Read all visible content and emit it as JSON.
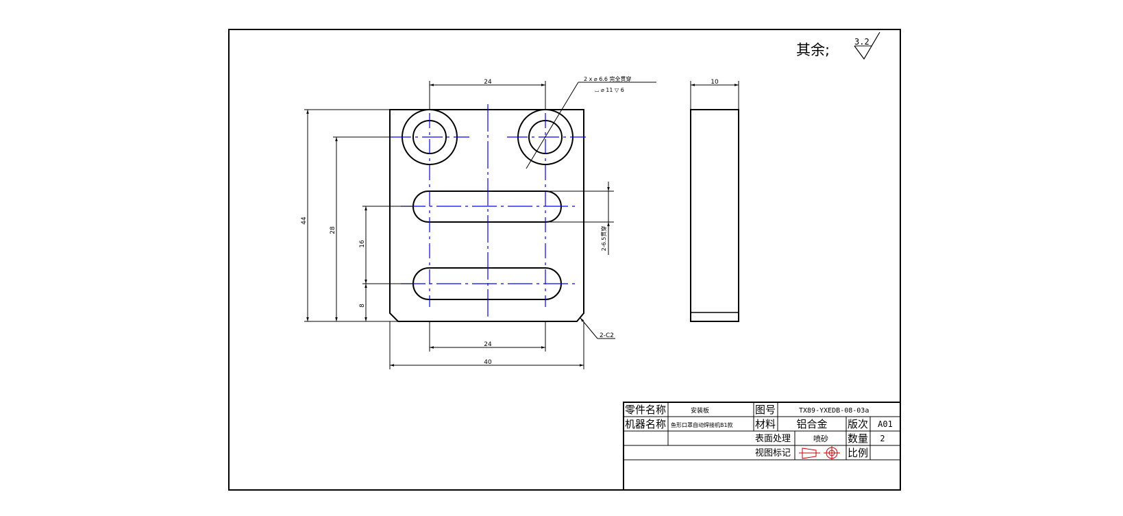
{
  "header": {
    "surface_note": "其余;",
    "roughness": "3.2"
  },
  "dims": {
    "top_spacing": "24",
    "hole_callout_line1": "2 x ⌀ 6.6 完全贯穿",
    "hole_callout_line2": "⌴ ⌀ 11 ▽ 6",
    "side_thickness": "10",
    "height_total": "44",
    "height_28": "28",
    "slot_spacing": "16",
    "slot_offset": "8",
    "slot_note": "2-6.5贯穿",
    "bottom_spacing": "24",
    "width_total": "40",
    "chamfer": "2-C2"
  },
  "title_block": {
    "part_name_label": "零件名称",
    "part_name_value": "安装板",
    "drawing_no_label": "图号",
    "drawing_no_value": "TX89-YXEDB-08-03a",
    "machine_label": "机器名称",
    "machine_value": "鱼形口罩自动焊接机B1款",
    "material_label": "材料",
    "material_value": "铝合金",
    "revision_label": "版次",
    "revision_value": "A01",
    "surface_label": "表面处理",
    "surface_value": "喷砂",
    "quantity_label": "数量",
    "quantity_value": "2",
    "view_label": "视图标记",
    "scale_label": "比例",
    "scale_value": ""
  },
  "colors": {
    "line": "#000000",
    "center_line": "#0000ff"
  }
}
